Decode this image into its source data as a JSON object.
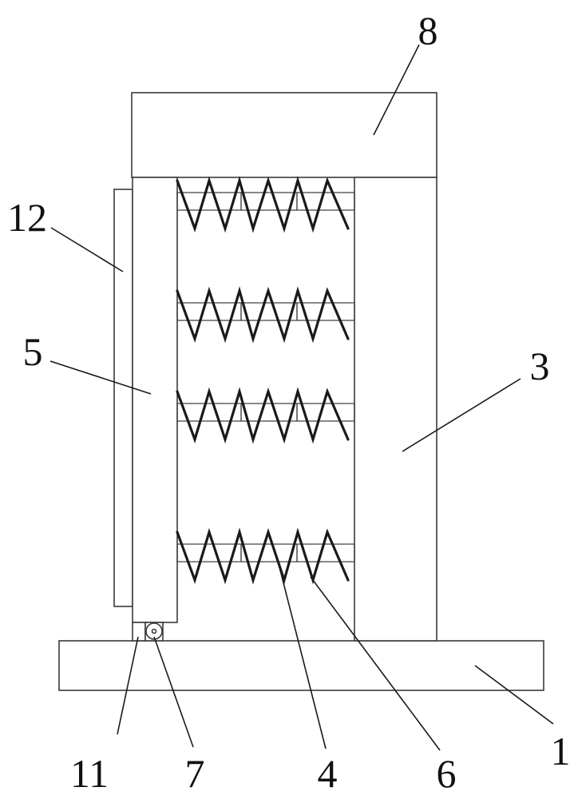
{
  "labels": {
    "p1": "1",
    "p3": "3",
    "p4": "4",
    "p5": "5",
    "p6": "6",
    "p7": "7",
    "p8": "8",
    "p11": "11",
    "p12": "12"
  }
}
